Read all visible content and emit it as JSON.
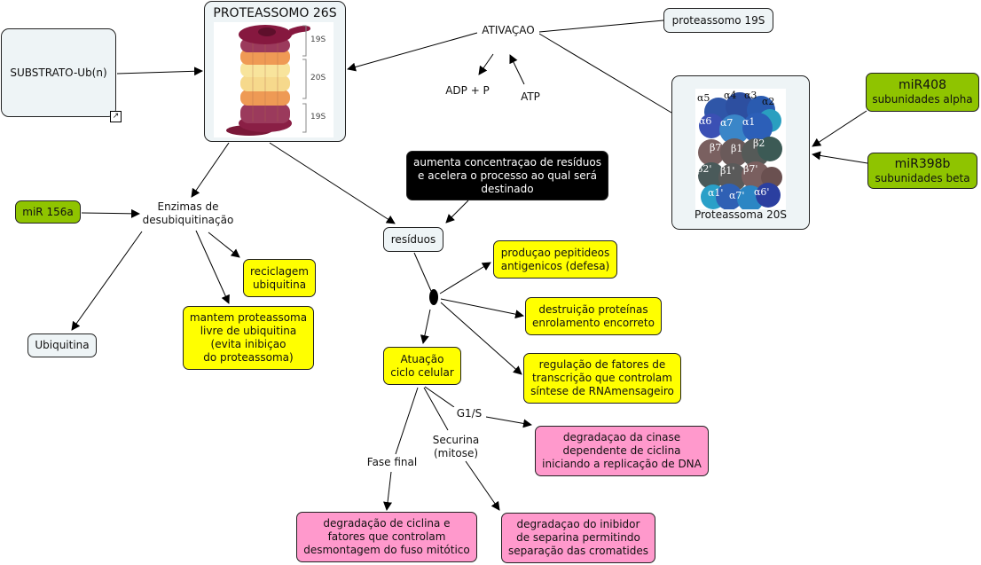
{
  "nodes": {
    "substrato": "SUBSTRATO-Ub(n)",
    "proteassomo26s": {
      "title": "PROTEASSOMO 26S",
      "labels": [
        "19S",
        "20S",
        "19S"
      ]
    },
    "ativacao": "ATIVAÇAO",
    "adp": "ADP + P",
    "atp": "ATP",
    "proteassomo19s": "proteassomo 19S",
    "proteassoma20s": {
      "caption": "Proteassoma 20S",
      "alpha_top": [
        "α5",
        "α4",
        "α3",
        "α2"
      ],
      "alpha_row": [
        "α6",
        "α7",
        "α1"
      ],
      "beta_row1": [
        "β7",
        "β1",
        "β2"
      ],
      "beta_row2": [
        "β2'",
        "β1'",
        "β7'"
      ],
      "alpha_bottom": [
        "α1'",
        "α7'",
        "α6'"
      ]
    },
    "mir408": {
      "title": "miR408",
      "subtitle": "subunidades alpha"
    },
    "mir398b": {
      "title": "miR398b",
      "subtitle": "subunidades beta"
    },
    "enzimas": "Enzimas de\ndesubiquitinação",
    "mir156a": "miR 156a",
    "ubiquitina": "Ubiquitina",
    "reciclagem": "reciclagem\nubiquitina",
    "mantem": "mantem proteassoma\nlivre de ubiquitina\n(evita inibiçao\ndo proteassoma)",
    "aumenta": "aumenta concentraçao de resíduos\ne  acelera o processo ao qual será\ndestinado",
    "residuos": "resíduos",
    "producao": "produçao pepitideos\nantigenicos (defesa)",
    "destruicao": "destruição proteínas\nenrolamento encorreto",
    "regulacao": "regulação de fatores de\ntranscrição que controlam\nsíntese de RNAmensageiro",
    "atuacao": "Atuação\nciclo celular",
    "degr_cinase": "degradaçao da cinase\ndependente de ciclina\niniciando a replicação de DNA",
    "degr_ciclina": "degradação de ciclina e\nfatores que controlam\ndesmontagem do fuso mitótico",
    "degr_inibidor": "degradaçao do inibidor\nde separina permitindo\nseparação das cromatides"
  },
  "link_labels": {
    "g1s": "G1/S",
    "securina": "Securina\n(mitose)",
    "fase_final": "Fase final"
  },
  "colors": {
    "concept_blue": "#eef4f6",
    "yellow": "#ffff00",
    "pink": "#ff99cc",
    "green": "#8fc400",
    "black": "#000000"
  }
}
